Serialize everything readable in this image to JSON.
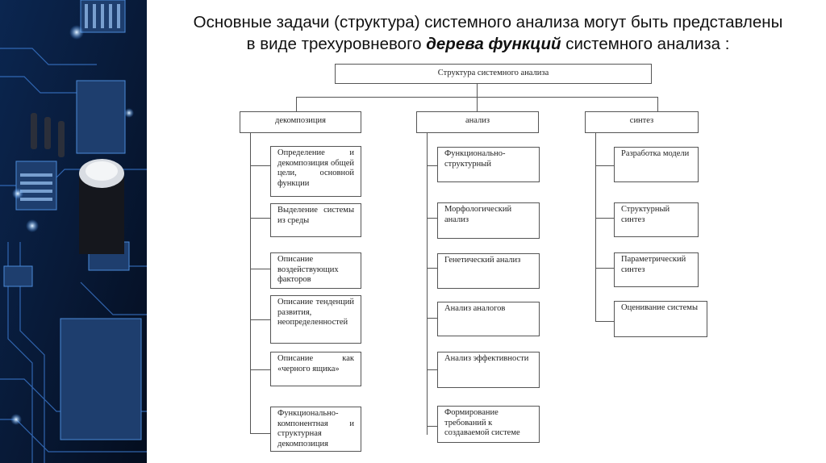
{
  "title": {
    "line1": "Основные  задачи  (структура)  системного  анализа  могут  быть представлены",
    "line2_prefix": "в  виде  трехуровневого  ",
    "line2_emphasis": "дерева  функций",
    "line2_suffix": "  системного  анализа :"
  },
  "diagram": {
    "root": "Структура системного анализа",
    "branches": [
      {
        "label": "декомпозиция",
        "items": [
          "Определение и декомпозиция общей цели, основной функции",
          "Выделение системы из среды",
          "Описание воздействующих факторов",
          "Описание тенденций развития, неопределенностей",
          "Описание как «черного ящика»",
          "Функционально-компонентная и структурная декомпозиция"
        ]
      },
      {
        "label": "анализ",
        "items": [
          "Функционально-структурный",
          "Морфологический анализ",
          "Генетический анализ",
          "Анализ аналогов",
          "Анализ эффективности",
          "Формирование требований к создаваемой системе"
        ]
      },
      {
        "label": "синтез",
        "items": [
          "Разработка модели",
          "Структурный синтез",
          "Параметрический синтез",
          "Оценивание системы"
        ]
      }
    ]
  },
  "colors": {
    "circuit_background": "#0a1a33",
    "circuit_trace": "#3f7fd8",
    "circuit_glow": "#bfe0ff",
    "line": "#555555",
    "text": "#111111"
  }
}
